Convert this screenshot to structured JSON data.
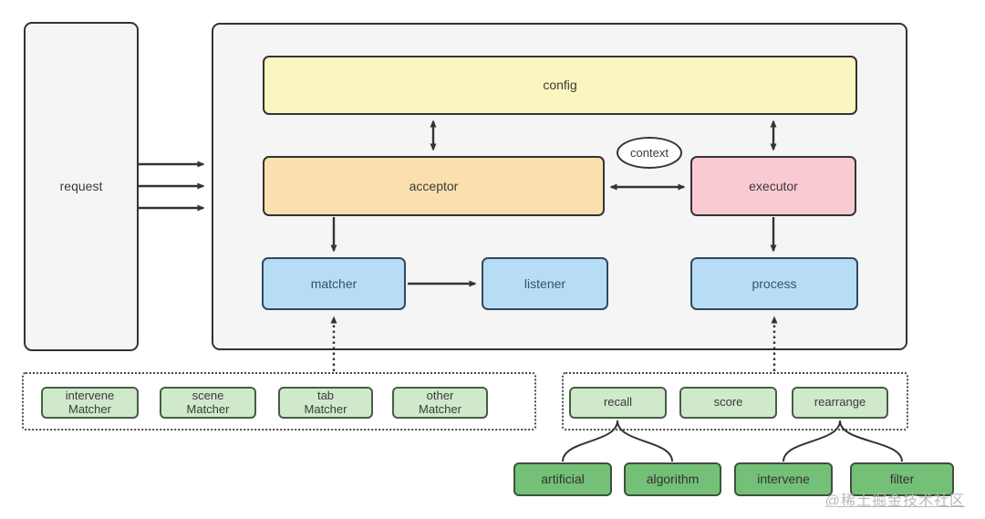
{
  "nodes": {
    "request": {
      "label": "request"
    },
    "config": {
      "label": "config"
    },
    "context": {
      "label": "context"
    },
    "acceptor": {
      "label": "acceptor"
    },
    "executor": {
      "label": "executor"
    },
    "matcher": {
      "label": "matcher"
    },
    "listener": {
      "label": "listener"
    },
    "process": {
      "label": "process"
    }
  },
  "matcher_group": {
    "items": [
      {
        "line1": "intervene",
        "line2": "Matcher"
      },
      {
        "line1": "scene",
        "line2": "Matcher"
      },
      {
        "line1": "tab",
        "line2": "Matcher"
      },
      {
        "line1": "other",
        "line2": "Matcher"
      }
    ]
  },
  "stage_group": {
    "items": [
      {
        "label": "recall"
      },
      {
        "label": "score"
      },
      {
        "label": "rearrange"
      }
    ]
  },
  "leaf_nodes": {
    "items": [
      {
        "label": "artificial"
      },
      {
        "label": "algorithm"
      },
      {
        "label": "intervene"
      },
      {
        "label": "filter"
      }
    ]
  },
  "watermark": {
    "text": "@稀土掘金技术社区"
  },
  "colors": {
    "border_dark": "#333333",
    "panel_fill": "#f5f5f5",
    "config_fill": "#fbf6bf",
    "acceptor_fill": "#fbdfae",
    "executor_fill": "#f9cad2",
    "blue_fill": "#b7ddf6",
    "light_green_fill": "#cfe9ca",
    "dark_green_fill": "#74c077",
    "watermark_color": "#b9b9b9"
  }
}
